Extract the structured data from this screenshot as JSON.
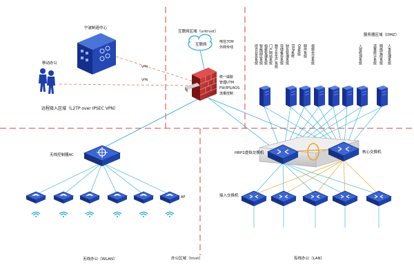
{
  "zones": {
    "internet": "互联网区域（untrust）",
    "servers": "服务器区域（DMZ）",
    "remote": "远程接入区域（L2TP over IPSEC VPN）",
    "office": "办公区域（trust）",
    "wireless": "无线办公（WLAN）",
    "wired": "有线办公（LAN）"
  },
  "nodes": {
    "hq": "宁波制造中心",
    "mobile": "移动办公",
    "cloud": "互联网",
    "isp": [
      "电信70M",
      "外网专线"
    ],
    "firewall": [
      "统一威胁",
      "管理UTM",
      "FW/IPS/AOS",
      "流量控制"
    ],
    "ac": "无线控制器AC",
    "ap": "AP",
    "hrp": "HRP2虚拟交换机",
    "core": "核心交换机",
    "access": "接入交换机"
  },
  "links": {
    "vpn_top": "VPN",
    "vpn_mid": "VPN"
  },
  "servers": [
    "综合业务系统",
    "智能园区系统",
    "档案管理系统",
    "门户网站系统",
    "数字化生产系统",
    "存储备份系统",
    "财务管理系统",
    "ERP系统",
    "OA系统",
    "邮件系统",
    "视频会议系统",
    "人事管理系统",
    "流量统计系统",
    "网络监控系统",
    "入侵检测系统"
  ],
  "colors": {
    "zone_divider": "#e23c3c",
    "link_blue": "#1fa9d8",
    "link_orange": "#f0a020",
    "vpn_line": "#f08060",
    "device_blue": "#1e3fa8"
  }
}
